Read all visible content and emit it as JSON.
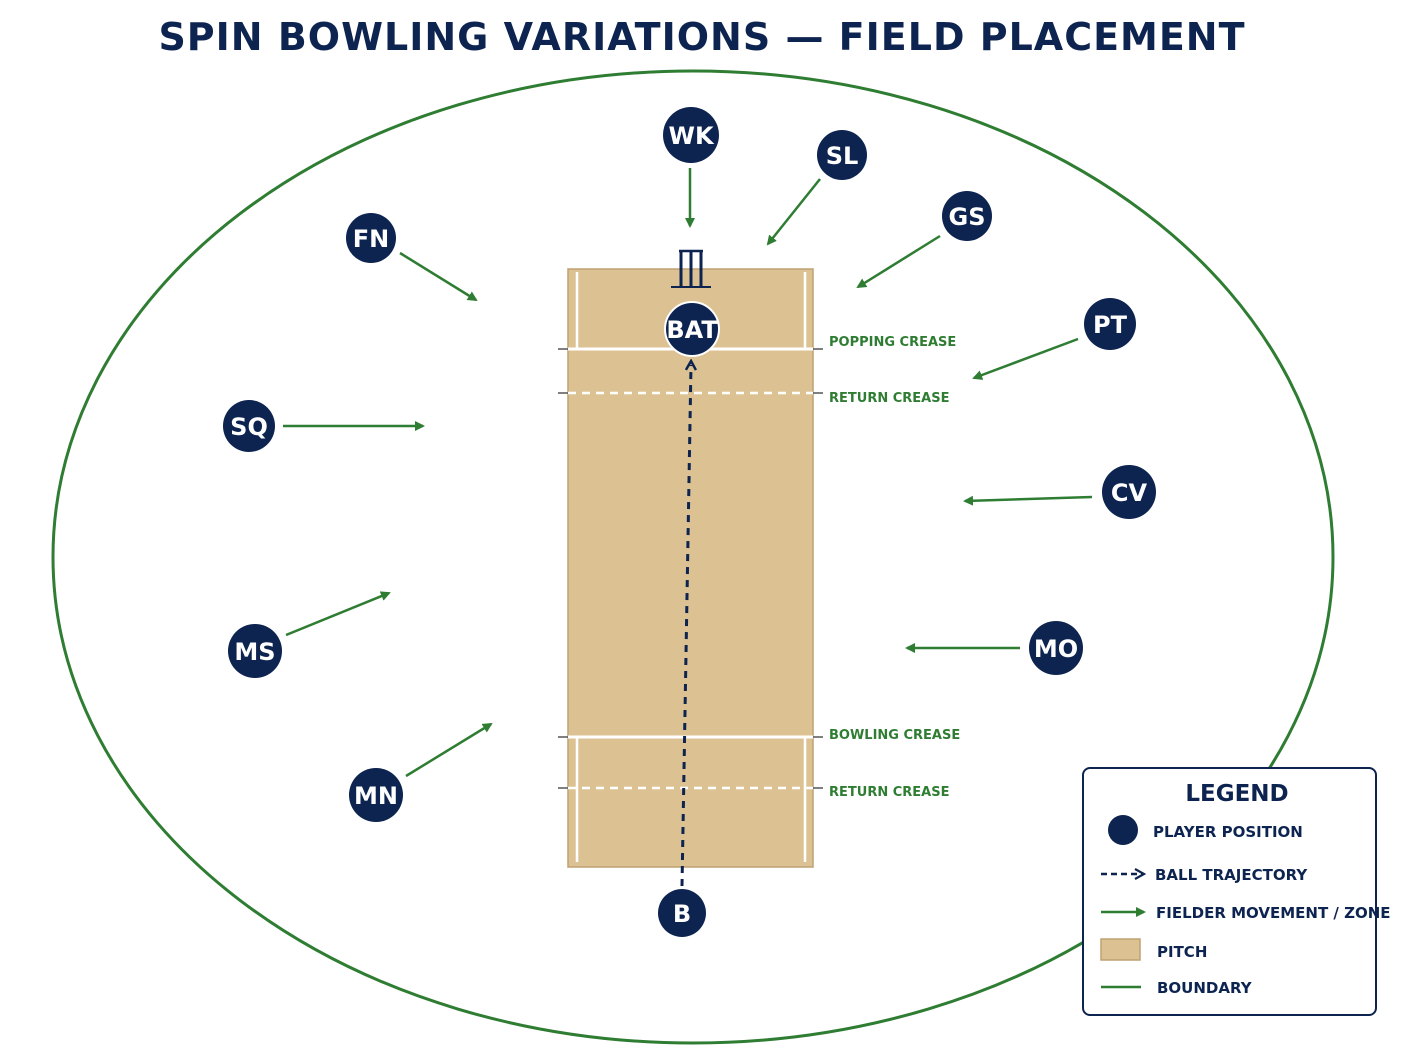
{
  "title": "SPIN BOWLING VARIATIONS — FIELD PLACEMENT",
  "colors": {
    "navy": "#0d2350",
    "green": "#2e7d32",
    "pitch": "#dcc293",
    "pitch_border": "#bfa272",
    "white": "#ffffff"
  },
  "players": [
    {
      "id": "wk",
      "label": "WK"
    },
    {
      "id": "sl",
      "label": "SL"
    },
    {
      "id": "gs",
      "label": "GS"
    },
    {
      "id": "fn",
      "label": "FN"
    },
    {
      "id": "pt",
      "label": "PT"
    },
    {
      "id": "sq",
      "label": "SQ"
    },
    {
      "id": "cv",
      "label": "CV"
    },
    {
      "id": "ms",
      "label": "MS"
    },
    {
      "id": "mo",
      "label": "MO"
    },
    {
      "id": "mn",
      "label": "MN"
    },
    {
      "id": "bat",
      "label": "BAT"
    },
    {
      "id": "b",
      "label": "B"
    }
  ],
  "creases": {
    "popping": "POPPING CREASE",
    "return_top": "RETURN CREASE",
    "bowling": "BOWLING CREASE",
    "return_bottom": "RETURN CREASE"
  },
  "legend": {
    "title": "LEGEND",
    "items": [
      {
        "id": "player",
        "icon": "player-dot-icon",
        "label": "PLAYER POSITION"
      },
      {
        "id": "ball",
        "icon": "dashed-arrow-icon",
        "label": "BALL TRAJECTORY"
      },
      {
        "id": "movement",
        "icon": "green-arrow-icon",
        "label": "FIELDER MOVEMENT / ZONE"
      },
      {
        "id": "pitch",
        "icon": "pitch-swatch-icon",
        "label": "PITCH"
      },
      {
        "id": "boundary",
        "icon": "boundary-line-icon",
        "label": "BOUNDARY"
      }
    ]
  }
}
